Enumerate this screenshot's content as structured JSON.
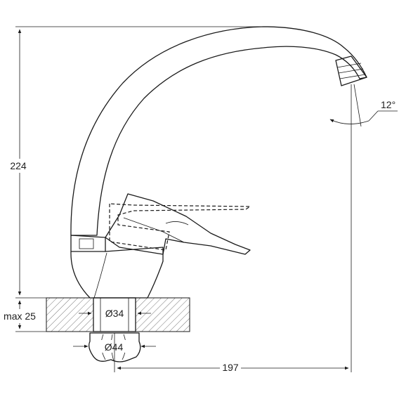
{
  "drawing": {
    "subject": "single-lever faucet technical drawing",
    "dimensions": {
      "height": "224",
      "max_countertop": "max 25",
      "hole_diameter": "Ø34",
      "nut_diameter": "Ø44",
      "reach": "197",
      "angle": "12°"
    }
  }
}
